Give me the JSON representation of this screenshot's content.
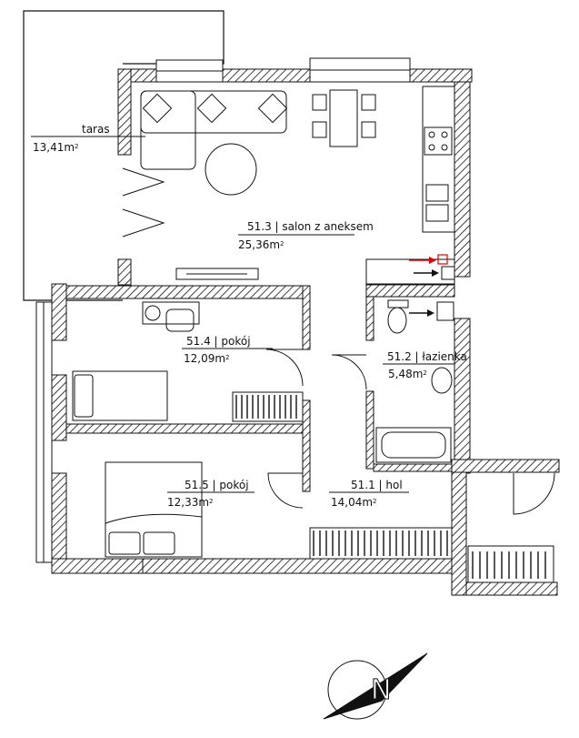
{
  "rooms": {
    "taras": {
      "number": "",
      "name": "taras",
      "area": "13,41m",
      "unit": "2"
    },
    "salon": {
      "number": "51.3",
      "name": "salon  z  aneksem",
      "area": "25,36m",
      "unit": "2"
    },
    "pokoj1": {
      "number": "51.4",
      "name": "pokój",
      "area": "12,09m",
      "unit": "2"
    },
    "lazienka": {
      "number": "51.2",
      "name": "łazienka",
      "area": "5,48m",
      "unit": "2"
    },
    "pokoj2": {
      "number": "51.5",
      "name": "pokój",
      "area": "12,33m",
      "unit": "2"
    },
    "hol": {
      "number": "51.1",
      "name": "hol",
      "area": "14,04m",
      "unit": "2"
    }
  },
  "compass": {
    "letter": "N",
    "icon": "north-arrow-icon"
  },
  "colors": {
    "line": "#111111",
    "marker": "#e00000"
  }
}
